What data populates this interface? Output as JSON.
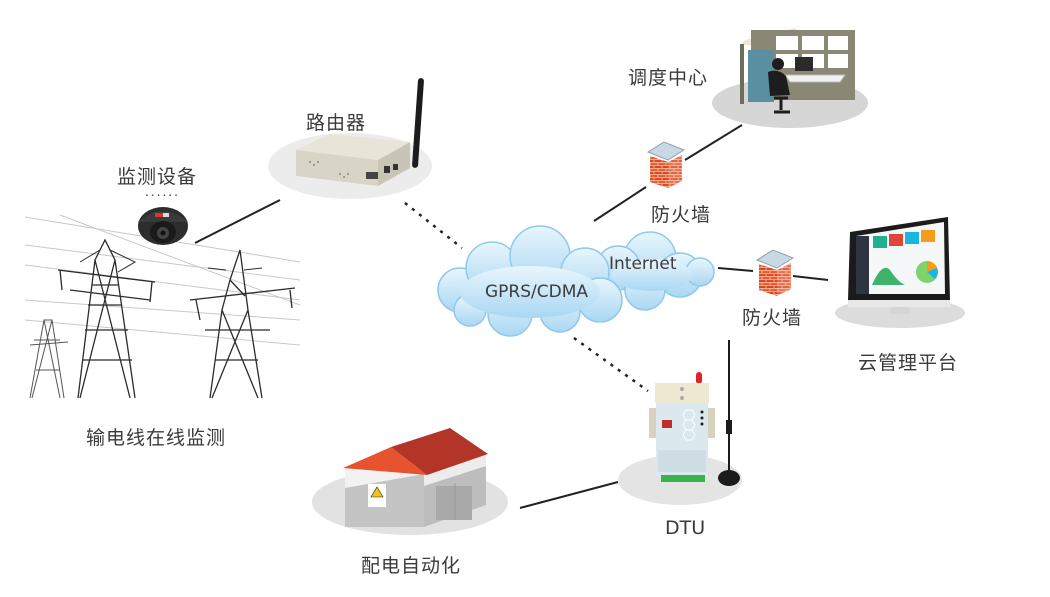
{
  "diagram": {
    "nodes": {
      "monitoring_device": {
        "label": "监测设备",
        "dots": "......"
      },
      "transmission_line": {
        "label": "输电线在线监测"
      },
      "router": {
        "label": "路由器"
      },
      "cloud": {
        "gprs_label": "GPRS/CDMA",
        "internet_label": "Internet"
      },
      "dispatch_center": {
        "label": "调度中心"
      },
      "firewall_top": {
        "label": "防火墙"
      },
      "firewall_right": {
        "label": "防火墙"
      },
      "cloud_platform": {
        "label": "云管理平台"
      },
      "dtu": {
        "label": "DTU"
      },
      "distribution_automation": {
        "label": "配电自动化"
      }
    },
    "connections": [
      {
        "from": "monitoring_device",
        "to": "router",
        "style": "solid"
      },
      {
        "from": "router",
        "to": "cloud",
        "style": "dotted"
      },
      {
        "from": "cloud",
        "to": "firewall_top",
        "style": "solid"
      },
      {
        "from": "firewall_top",
        "to": "dispatch_center",
        "style": "solid"
      },
      {
        "from": "cloud",
        "to": "firewall_right",
        "style": "solid"
      },
      {
        "from": "firewall_right",
        "to": "cloud_platform",
        "style": "solid"
      },
      {
        "from": "cloud",
        "to": "dtu",
        "style": "dotted"
      },
      {
        "from": "dtu",
        "to": "distribution_automation",
        "style": "solid"
      }
    ],
    "colors": {
      "cloud_fill": "#c9e6f7",
      "cloud_edge": "#8ec9ec",
      "firewall_brick": "#e2552f",
      "roof_red": "#c9432b",
      "shadow_gray": "#e3e3e3",
      "line": "#222222"
    }
  }
}
